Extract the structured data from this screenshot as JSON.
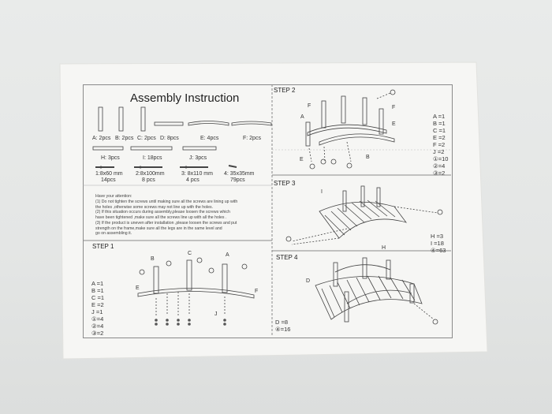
{
  "title": "Assembly Instruction",
  "parts_row1": [
    {
      "label": "A: 2pcs"
    },
    {
      "label": "B: 2pcs"
    },
    {
      "label": "C: 2pcs"
    },
    {
      "label": "D: 8pcs"
    },
    {
      "label": "E: 4pcs"
    },
    {
      "label": "F: 2pcs"
    }
  ],
  "parts_row2": [
    {
      "label": "H: 3pcs"
    },
    {
      "label": "I: 18pcs"
    },
    {
      "label": "J: 3pcs"
    }
  ],
  "hardware": [
    {
      "size": "1:8x60 mm",
      "qty": "14pcs"
    },
    {
      "size": "2:8x100mm",
      "qty": "8 pcs"
    },
    {
      "size": "3: 8x110 mm",
      "qty": "4 pcs"
    },
    {
      "size": "4: 35x35mm",
      "qty": "79pcs"
    }
  ],
  "attention": [
    "Have your attention:",
    "(1)  Do not tighten the screws until making sure all the screws are lining up with",
    "the holes ,otherwise some screws may not line up with the holes.",
    "(2)  If this situation occurs during  assembly,please loosen the screws which",
    "have been tightened ,make sure all the screws line up with all the holes .",
    "(3)  If the product is uneven after installation ,please loosen the screws and put",
    "strength on the frame,make sure all the legs are in the same level and",
    "go on assembling it."
  ],
  "step1": {
    "label": "STEP 1",
    "legend": [
      "A =1",
      "B =1",
      "C =1",
      "E =2",
      "J =1",
      "①=4",
      "②=4",
      "③=2"
    ],
    "callouts": [
      "B",
      "C",
      "A",
      "E",
      "F",
      "J"
    ]
  },
  "step2": {
    "label": "STEP 2",
    "legend": [
      "A =1",
      "B =1",
      "C =1",
      "E =2",
      "F =2",
      "J =2",
      "①=10",
      "②=4",
      "③=2"
    ],
    "callouts": [
      "A",
      "F",
      "F",
      "E",
      "E",
      "B"
    ]
  },
  "step3": {
    "label": "STEP  3",
    "legend": [
      "H =3",
      "I =18",
      "④=63"
    ],
    "callouts": [
      "I",
      "H"
    ]
  },
  "step4": {
    "label": "STEP 4",
    "legend": [
      "D =8",
      "④=16"
    ],
    "callouts": [
      "D"
    ]
  }
}
